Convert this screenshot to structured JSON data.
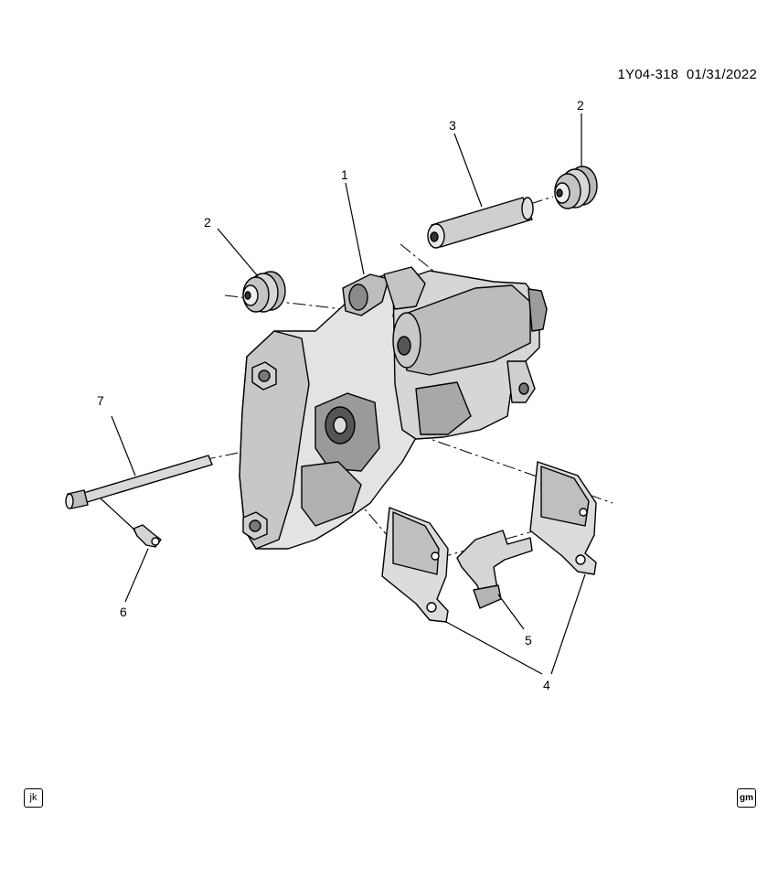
{
  "header": {
    "diagram_id": "1Y04-318",
    "date": "01/31/2022"
  },
  "callouts": [
    {
      "id": "c1",
      "label": "1"
    },
    {
      "id": "c2a",
      "label": "2"
    },
    {
      "id": "c2b",
      "label": "2"
    },
    {
      "id": "c3",
      "label": "3"
    },
    {
      "id": "c4",
      "label": "4"
    },
    {
      "id": "c5",
      "label": "5"
    },
    {
      "id": "c6",
      "label": "6"
    },
    {
      "id": "c7",
      "label": "7"
    }
  ],
  "stamps": {
    "left": "jk",
    "right": "gm"
  },
  "colors": {
    "line": "#000000",
    "part_light": "#e6e6e6",
    "part_mid": "#bdbdbd",
    "part_dark": "#6e6e6e"
  }
}
